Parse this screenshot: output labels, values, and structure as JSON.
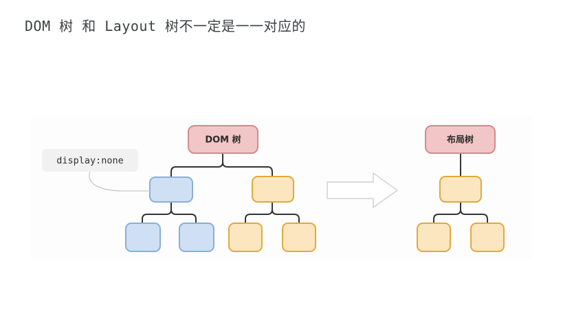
{
  "slide": {
    "title": "DOM 树 和 Layout 树不一定是一一对应的",
    "background_color": "#ffffff",
    "title_color": "#3c4043"
  },
  "diagram": {
    "panel_color": "#fdfdfd",
    "connector_color": "#333333",
    "colors": {
      "pink_fill": "#f2c6c6",
      "pink_stroke": "#d08b8b",
      "blue_fill": "#cfe0f5",
      "blue_stroke": "#8aaed6",
      "orange_fill": "#fce6c0",
      "orange_stroke": "#e0a93c",
      "callout_fill": "#f1f1f1",
      "callout_curve": "#c9c9c9",
      "arrow_stroke": "#dcdcdc"
    },
    "callout": {
      "text": "display:none"
    },
    "arrow": {
      "direction": "right",
      "name": "transform-arrow"
    },
    "dom_tree": {
      "root": {
        "label": "DOM 树",
        "color": "pink"
      },
      "children": [
        {
          "label": "",
          "color": "blue",
          "children": [
            {
              "label": "",
              "color": "blue"
            },
            {
              "label": "",
              "color": "blue"
            }
          ]
        },
        {
          "label": "",
          "color": "orange",
          "children": [
            {
              "label": "",
              "color": "orange"
            },
            {
              "label": "",
              "color": "orange"
            }
          ]
        }
      ]
    },
    "layout_tree": {
      "root": {
        "label": "布局树",
        "color": "pink"
      },
      "children": [
        {
          "label": "",
          "color": "orange",
          "children": [
            {
              "label": "",
              "color": "orange"
            },
            {
              "label": "",
              "color": "orange"
            }
          ]
        }
      ]
    }
  }
}
